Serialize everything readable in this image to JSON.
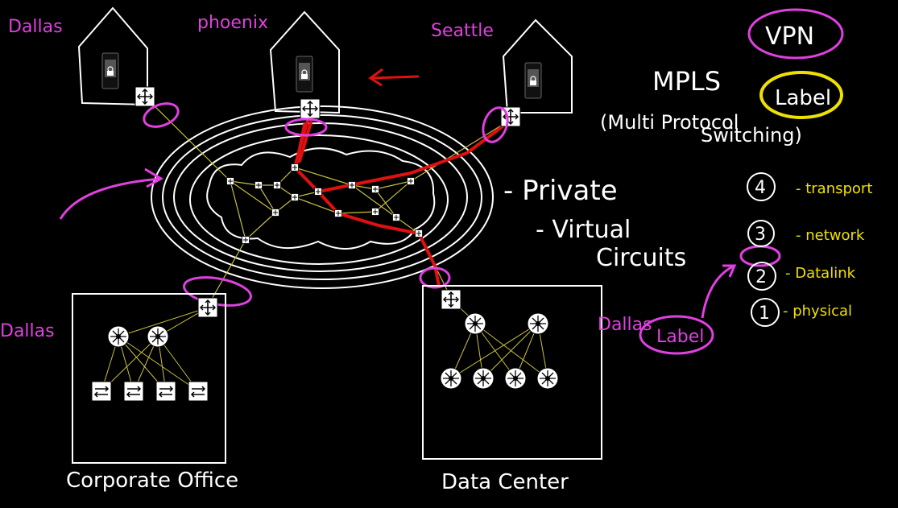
{
  "colors": {
    "background": "#000000",
    "ink": "#ffffff",
    "magenta": "#e040e0",
    "yellow": "#f0e000",
    "red": "#e01010",
    "link": "#c8c040"
  },
  "sites": {
    "dallas_home": "Dallas",
    "phoenix_home": "phoenix",
    "seattle_home": "Seattle",
    "dallas_office": "Dallas",
    "dallas_dc": "Dallas"
  },
  "buildings": {
    "corporate": "Corporate Office",
    "datacenter": "Data Center"
  },
  "notes": {
    "vpn": "VPN",
    "mpls": "MPLS",
    "expansion_open": "(Multi Protocol",
    "label_circled": "Label",
    "switching": "Switching)",
    "private": "- Private",
    "virtual": "- Virtual",
    "circuits": "Circuits",
    "label_bottom": "Label"
  },
  "osi_layers": [
    {
      "num": "4",
      "name": "- transport"
    },
    {
      "num": "3",
      "name": "- network"
    },
    {
      "num": "2",
      "name": "- Datalink"
    },
    {
      "num": "1",
      "name": "- physical"
    }
  ],
  "icons": [
    "house-icon",
    "router-icon",
    "switch-icon",
    "server-icon",
    "arrow-icon",
    "cloud-icon"
  ]
}
